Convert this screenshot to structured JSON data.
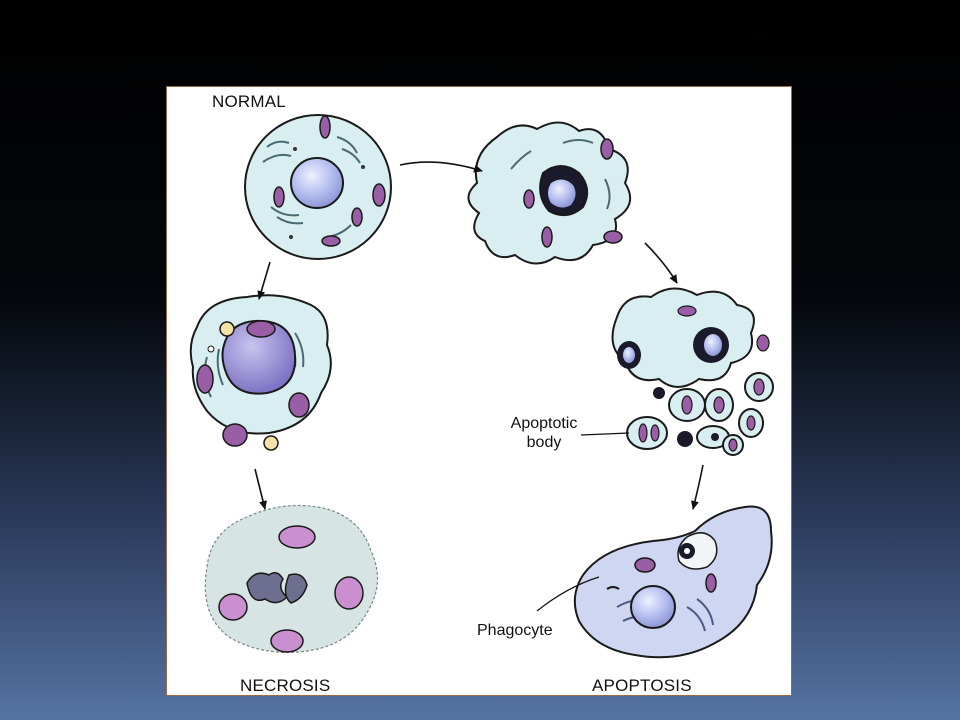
{
  "labels": {
    "normal": "NORMAL",
    "necrosis": "NECROSIS",
    "apoptosis": "APOPTOSIS",
    "apoptotic_body_line1": "Apoptotic",
    "apoptotic_body_line2": "body",
    "phagocyte": "Phagocyte"
  },
  "colors": {
    "background_top": "#000000",
    "background_bottom": "#5673a3",
    "panel": "#ffffff",
    "cytoplasm": "#d9eef0",
    "nucleus": "#b9c3ef",
    "mitochondria": "#9a5ea6",
    "chromatin": "#1a1a2a",
    "phagocyte_cytoplasm": "#cfd6f2",
    "outline": "#1a1a1a"
  }
}
